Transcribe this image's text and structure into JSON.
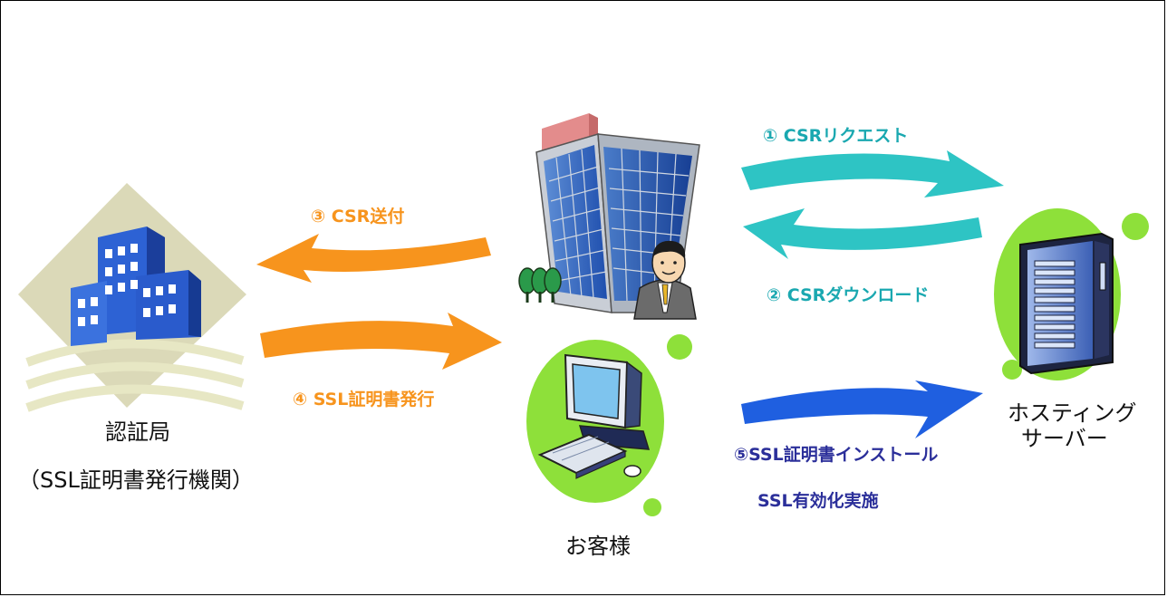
{
  "steps": {
    "s1": "① CSRリクエスト",
    "s2": "② CSRダウンロード",
    "s3": "③ CSR送付",
    "s4": "④ SSL証明書発行",
    "s5_line1": "⑤SSL証明書インストール",
    "s5_line2": "SSL有効化実施"
  },
  "nodes": {
    "ca_line1": "認証局",
    "ca_line2": "（SSL証明書発行機関）",
    "customer": "お客様",
    "hosting_line1": "ホスティング",
    "hosting_line2": "サーバー"
  },
  "colors": {
    "teal": "#2ec4c4",
    "orange": "#f7941d",
    "blue": "#1f5fe0",
    "navy": "#2b2f9a",
    "lime": "#8ee03a",
    "building_blue": "#2455c9"
  },
  "icons": [
    "certificate-authority-building-icon",
    "office-tower-icon",
    "businessman-icon",
    "trees-icon",
    "computer-icon",
    "server-rack-icon"
  ]
}
